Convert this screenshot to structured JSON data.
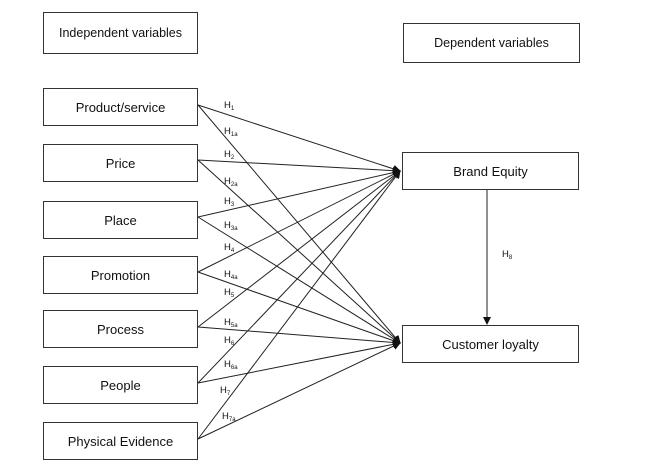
{
  "headers": {
    "independent": "Independent variables",
    "dependent": "Dependent variables"
  },
  "independent_vars": [
    "Product/service",
    "Price",
    "Place",
    "Promotion",
    "Process",
    "People",
    "Physical Evidence"
  ],
  "dependent_vars": {
    "brand_equity": "Brand Equity",
    "customer_loyalty": "Customer loyalty"
  },
  "hypotheses": [
    {
      "base": "H",
      "sub": "1"
    },
    {
      "base": "H",
      "sub": "1a"
    },
    {
      "base": "H",
      "sub": "2"
    },
    {
      "base": "H",
      "sub": "2a"
    },
    {
      "base": "H",
      "sub": "3"
    },
    {
      "base": "H",
      "sub": "3a"
    },
    {
      "base": "H",
      "sub": "4"
    },
    {
      "base": "H",
      "sub": "4a"
    },
    {
      "base": "H",
      "sub": "5"
    },
    {
      "base": "H",
      "sub": "5a"
    },
    {
      "base": "H",
      "sub": "6"
    },
    {
      "base": "H",
      "sub": "6a"
    },
    {
      "base": "H",
      "sub": "7"
    },
    {
      "base": "H",
      "sub": "7a"
    }
  ],
  "mediator_hypothesis": {
    "base": "H",
    "sub": "8"
  },
  "colors": {
    "line": "#222222",
    "border": "#333333"
  }
}
